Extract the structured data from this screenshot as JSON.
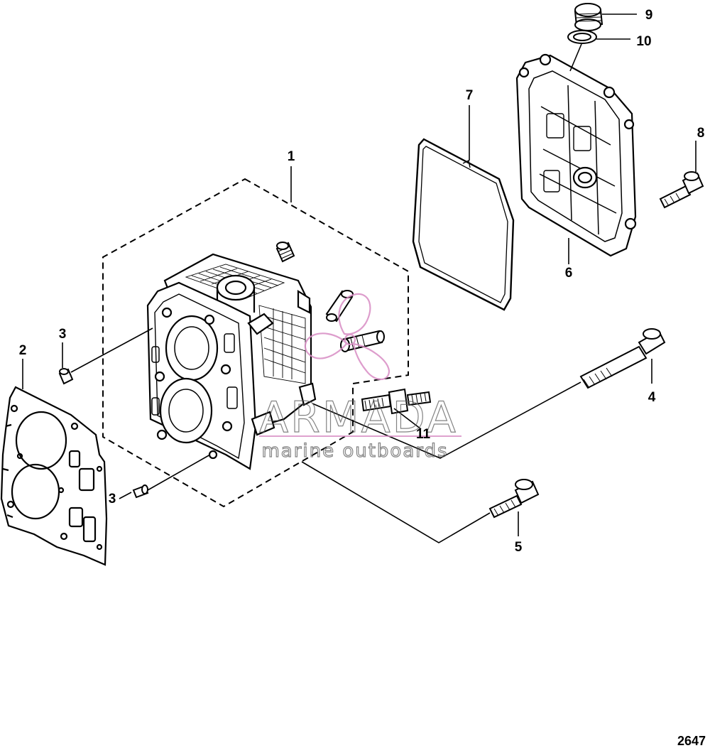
{
  "callouts": {
    "c1": "1",
    "c2": "2",
    "c3a": "3",
    "c3b": "3",
    "c4": "4",
    "c5": "5",
    "c6": "6",
    "c7": "7",
    "c8": "8",
    "c9": "9",
    "c10": "10",
    "c11": "11"
  },
  "watermark": {
    "brand": "ARMADA",
    "tagline": "marine outboards",
    "accent_color": "#d88cc4"
  },
  "reference_number": "2647"
}
